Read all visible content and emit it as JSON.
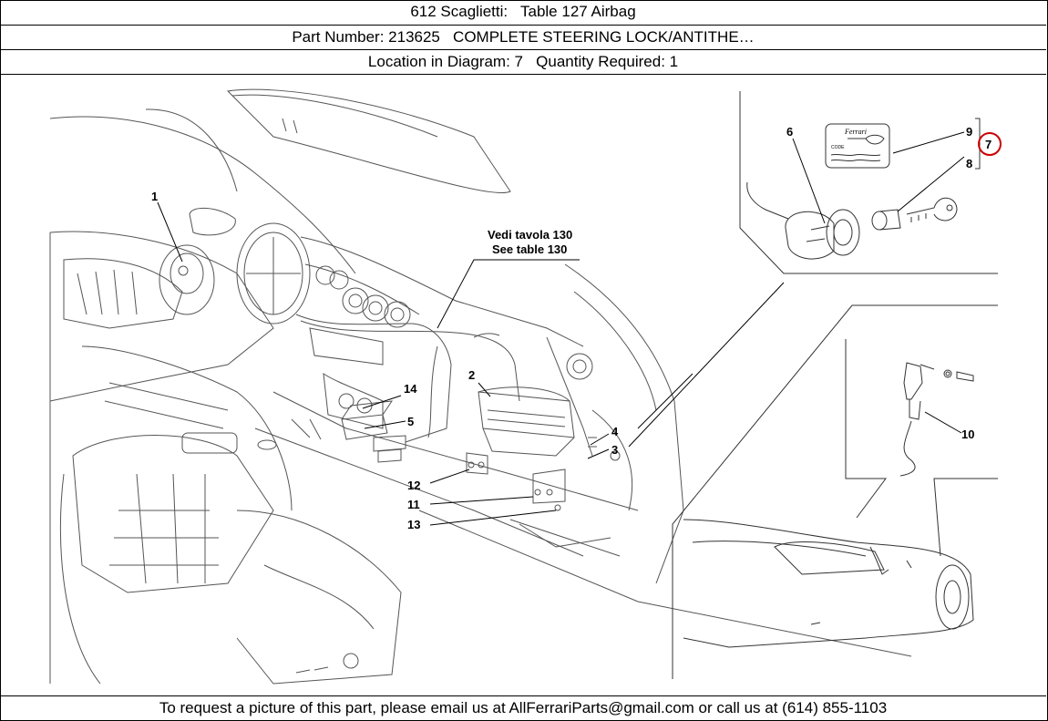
{
  "header": {
    "title": "612 Scaglietti:   Table 127 Airbag",
    "part_number": "Part Number: 213625   COMPLETE STEERING LOCK/ANTITHE…",
    "location": "Location in Diagram: 7   Quantity Required: 1"
  },
  "diagram": {
    "callouts": {
      "c1": "1",
      "c2": "2",
      "c3": "3",
      "c4": "4",
      "c5": "5",
      "c6": "6",
      "c7": "7",
      "c8": "8",
      "c9": "9",
      "c10": "10",
      "c11": "11",
      "c12": "12",
      "c13": "13",
      "c14": "14"
    },
    "reference_it": "Vedi tavola 130",
    "reference_en": "See table 130",
    "card_brand": "Ferrari",
    "card_code": "CODE",
    "highlight_color": "#cc0000"
  },
  "footer": {
    "text": "To request a picture of this part, please email us at AllFerrariParts@gmail.com or call us at (614) 855-1103"
  }
}
